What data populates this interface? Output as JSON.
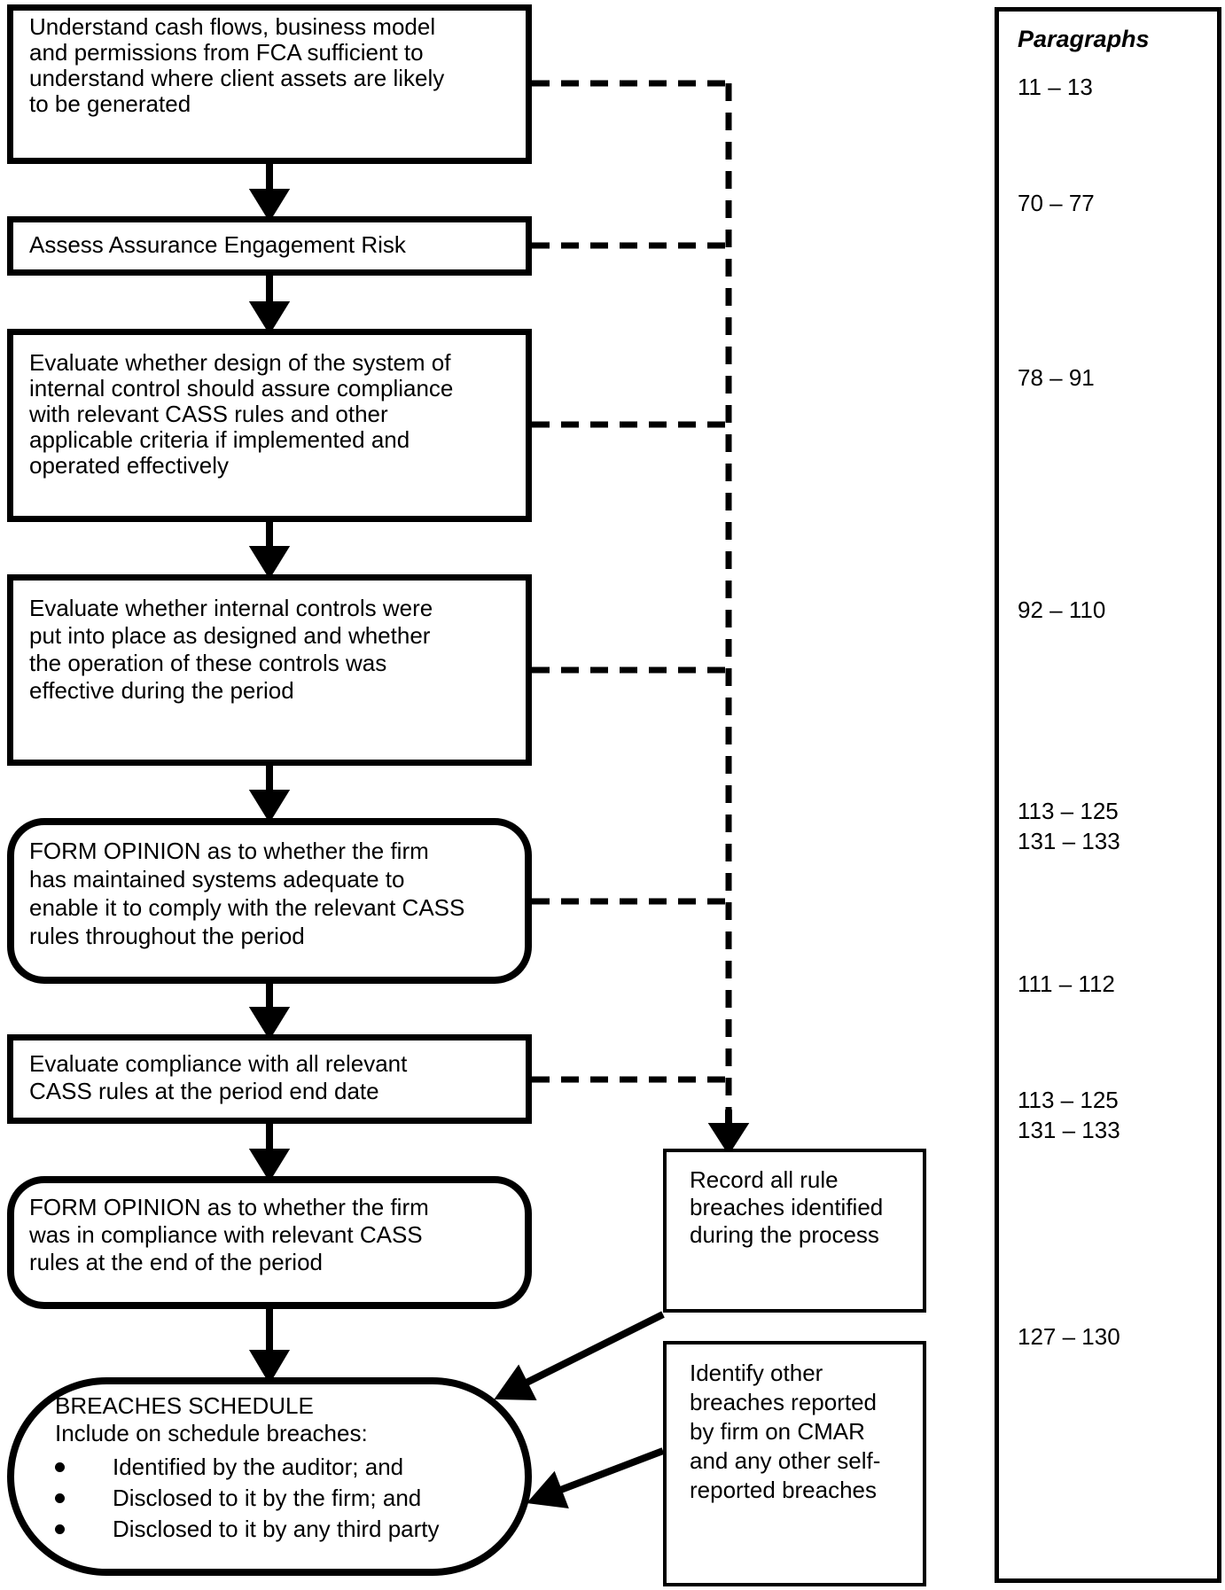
{
  "flowchart": {
    "nodes": {
      "understand": {
        "text": "Understand cash flows, business model\nand permissions from FCA sufficient to\nunderstand where client assets are likely\nto be generated"
      },
      "assess_risk": {
        "text": "Assess Assurance Engagement Risk"
      },
      "evaluate_design": {
        "text": "Evaluate whether design of the system of\ninternal control should assure compliance\nwith relevant CASS rules and other\napplicable criteria if implemented and\noperated effectively"
      },
      "evaluate_operation": {
        "text": "Evaluate whether internal controls were\nput into place as designed and whether\nthe operation of these controls was\neffective during the period"
      },
      "form_opinion_systems": {
        "text": "FORM OPINION as to whether the firm\nhas maintained systems adequate to\nenable it to comply with the relevant CASS\nrules throughout the period"
      },
      "evaluate_period_end": {
        "text": "Evaluate compliance with all relevant\nCASS rules at the period end date"
      },
      "form_opinion_compliance": {
        "text": "FORM OPINION as to whether the firm\nwas in compliance with relevant CASS\nrules at the end of the period"
      },
      "breaches_schedule": {
        "title": "BREACHES SCHEDULE",
        "subtitle": "Include on schedule breaches:",
        "bullets": [
          "Identified by the auditor; and",
          "Disclosed to it by the firm; and",
          "Disclosed to it by any third party"
        ]
      },
      "record_breaches": {
        "text": "Record all rule\nbreaches identified\nduring the process"
      },
      "identify_breaches": {
        "text": "Identify other\nbreaches reported\nby firm on CMAR\nand any other self-\nreported breaches"
      }
    },
    "paragraphs_panel": {
      "header": "Paragraphs",
      "entries": [
        "11 – 13",
        "70 – 77",
        "78 – 91",
        "92 – 110",
        "113 – 125",
        "131 – 133",
        "111 – 112",
        "113 – 125",
        "131 – 133",
        "127 – 130"
      ]
    },
    "colors": {
      "ink": "#000000",
      "paper": "#ffffff"
    }
  }
}
